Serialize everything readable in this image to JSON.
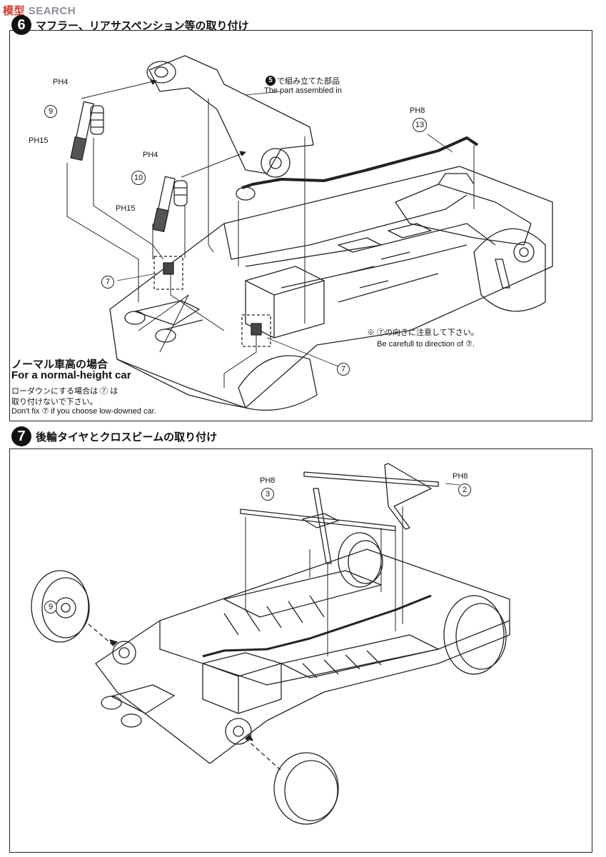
{
  "watermark": {
    "left": "模型",
    "right": "SEARCH"
  },
  "step6": {
    "number": "6",
    "title": "マフラー、リアサスペンション等の取り付け",
    "ref_note_jp": "で組み立てた部品",
    "ref_note_en": "The part assembled in",
    "ref_step": "5",
    "parts": {
      "ph4_a": "PH4",
      "ph15_a": "PH15",
      "ph4_b": "PH4",
      "ph15_b": "PH15",
      "ph8": "PH8",
      "p9": "9",
      "p10": "10",
      "p13": "13",
      "p7a": "7",
      "p7b": "7"
    },
    "caution_jp": "※ ⑦の向きに注意して下さい。",
    "caution_en": "Be carefull to direction of ⑦.",
    "normal_title_jp": "ノーマル車高の場合",
    "normal_title_en": "For a normal-height car",
    "normal_line1": "ローダウンにする場合は ⑦ は",
    "normal_line2": "取り付けないで下さい。",
    "normal_line3": "Don't fix ⑦ if you choose low-downed car."
  },
  "step7": {
    "number": "7",
    "title": "後輪タイヤとクロスビームの取り付け",
    "parts": {
      "ph8_a": "PH8",
      "ph8_b": "PH8",
      "p3": "3",
      "p2": "2",
      "p9": "9"
    }
  }
}
